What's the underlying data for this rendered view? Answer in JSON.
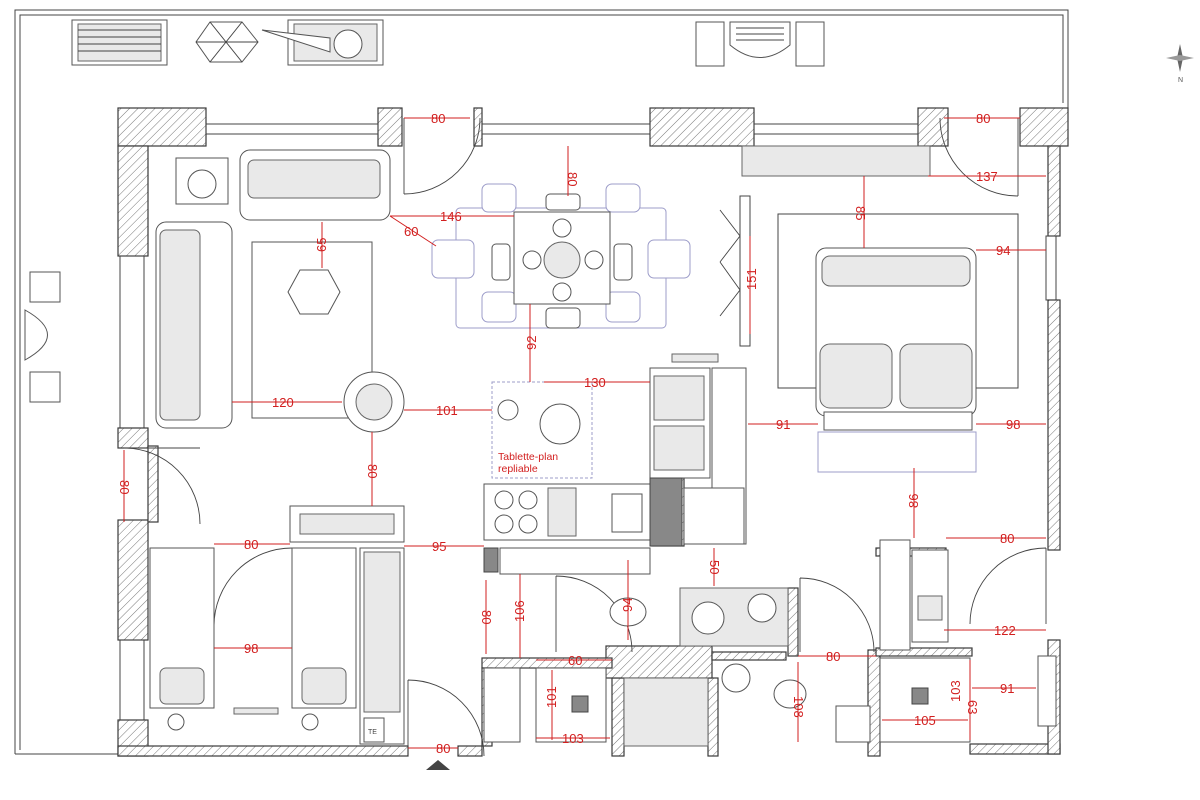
{
  "plan": {
    "north_label": "N",
    "note_lines": [
      "Tablette-plan",
      "repliable"
    ],
    "equipment_label": "TE",
    "dimensions": [
      {
        "id": "entry-door-top-left",
        "label": "80"
      },
      {
        "id": "entry-door-top-right",
        "label": "80"
      },
      {
        "id": "dining-window-gap",
        "label": "80"
      },
      {
        "id": "bedroom-closet-bed",
        "label": "137"
      },
      {
        "id": "sofa-table-gap",
        "label": "146"
      },
      {
        "id": "sofa-diagonal",
        "label": "60"
      },
      {
        "id": "sofa-rug",
        "label": "65"
      },
      {
        "id": "bed-wall",
        "label": "85"
      },
      {
        "id": "bed-side",
        "label": "94"
      },
      {
        "id": "sliding-door",
        "label": "151"
      },
      {
        "id": "table-to-desk",
        "label": "92"
      },
      {
        "id": "desk-to-kitchen",
        "label": "130"
      },
      {
        "id": "sofa-to-armchair",
        "label": "120"
      },
      {
        "id": "armchair-to-desk",
        "label": "101"
      },
      {
        "id": "bed-foot-left",
        "label": "91"
      },
      {
        "id": "bed-foot-right",
        "label": "98"
      },
      {
        "id": "living-door",
        "label": "80"
      },
      {
        "id": "armchair-to-bunk",
        "label": "80"
      },
      {
        "id": "kids-door-gap",
        "label": "80"
      },
      {
        "id": "wardrobe-kitchen",
        "label": "95"
      },
      {
        "id": "bedroom-to-wardrobe",
        "label": "86"
      },
      {
        "id": "bath-door",
        "label": "80"
      },
      {
        "id": "between-beds",
        "label": "98"
      },
      {
        "id": "hall-left",
        "label": "80"
      },
      {
        "id": "hall-width",
        "label": "106"
      },
      {
        "id": "wc-width",
        "label": "94"
      },
      {
        "id": "laundry",
        "label": "50"
      },
      {
        "id": "shower-area",
        "label": "60"
      },
      {
        "id": "entry-hall",
        "label": "80"
      },
      {
        "id": "vanity-gap",
        "label": "122"
      },
      {
        "id": "bath-shower-depth",
        "label": "101"
      },
      {
        "id": "bath-shower-width",
        "label": "103"
      },
      {
        "id": "wc2-depth",
        "label": "108"
      },
      {
        "id": "bath2-width",
        "label": "105"
      },
      {
        "id": "bath2-depth",
        "label": "103"
      },
      {
        "id": "bath2-door",
        "label": "91"
      },
      {
        "id": "bath2-small",
        "label": "63"
      },
      {
        "id": "main-entry",
        "label": "80"
      }
    ]
  }
}
